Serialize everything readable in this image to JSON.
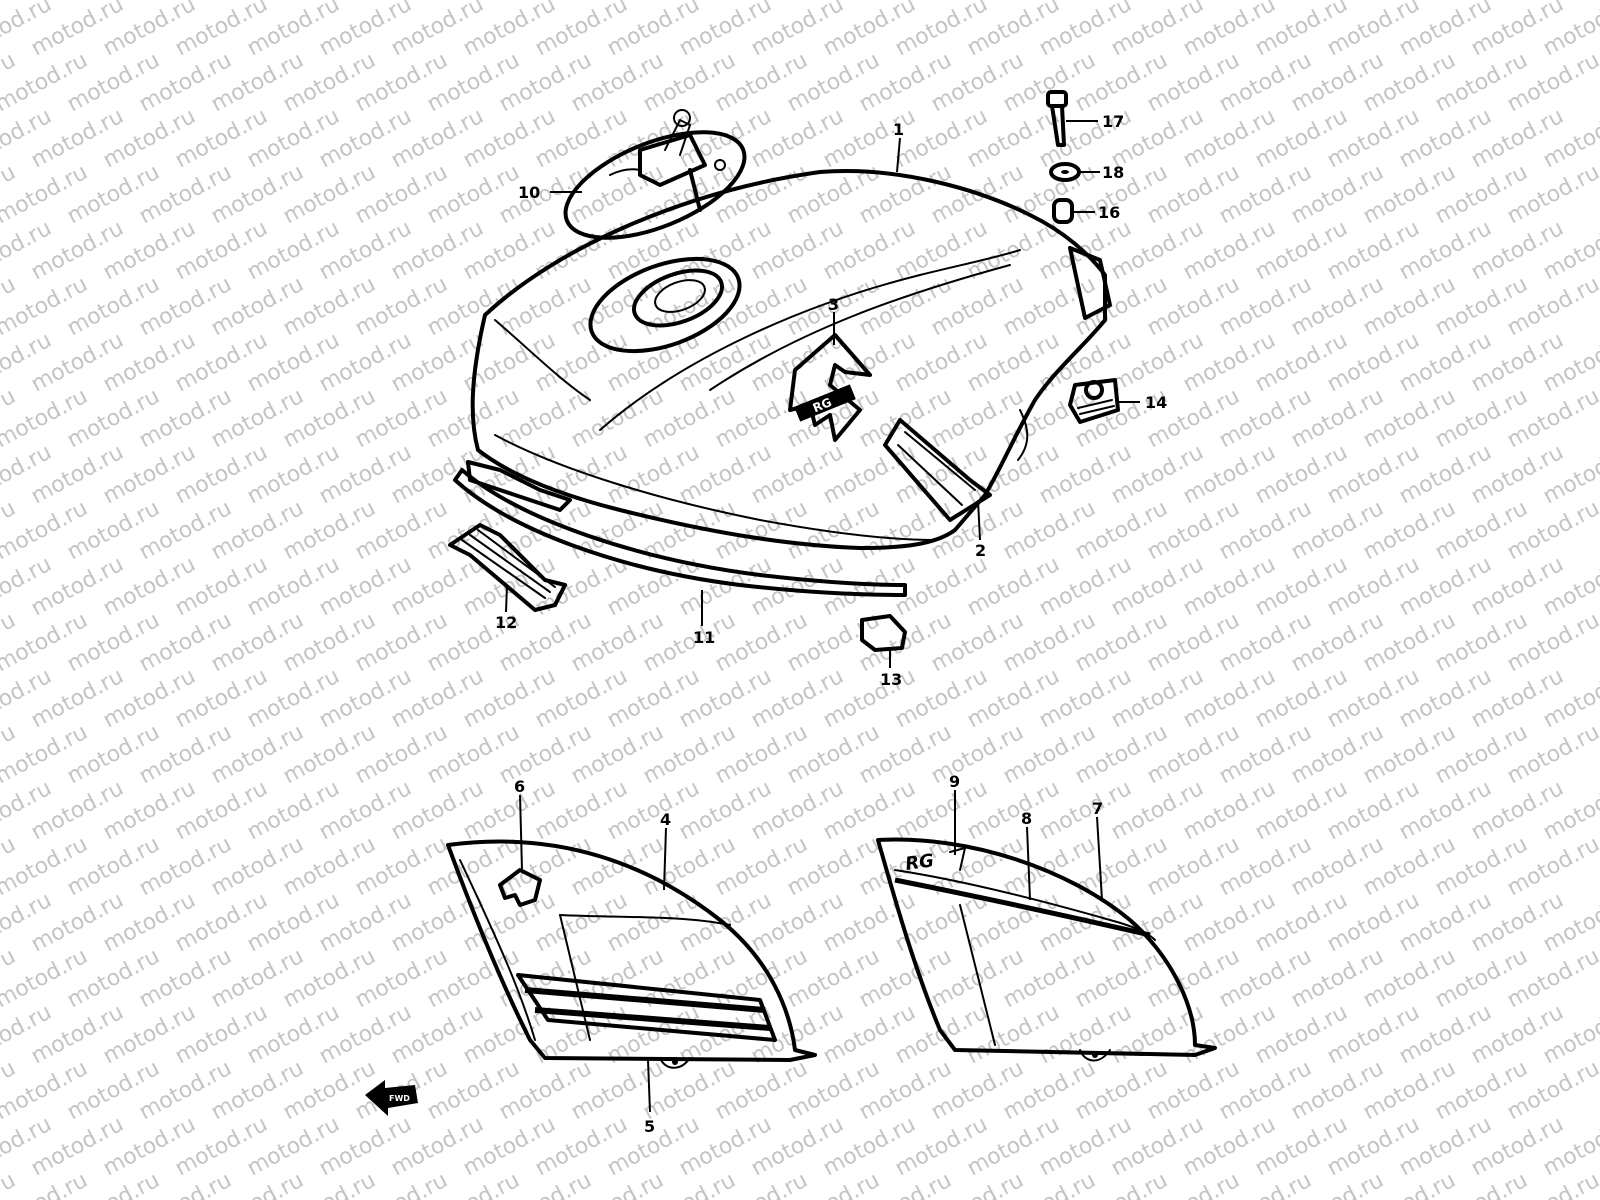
{
  "watermark": {
    "text": "motod.ru"
  },
  "callouts": [
    "1",
    "2",
    "3",
    "4",
    "5",
    "6",
    "7",
    "8",
    "9",
    "10",
    "11",
    "12",
    "13",
    "14",
    "16",
    "17",
    "18"
  ],
  "front_arrow": {
    "text": "FWD"
  },
  "decals": {
    "tank_logo": "RG",
    "right_cover_logo": "RG"
  }
}
